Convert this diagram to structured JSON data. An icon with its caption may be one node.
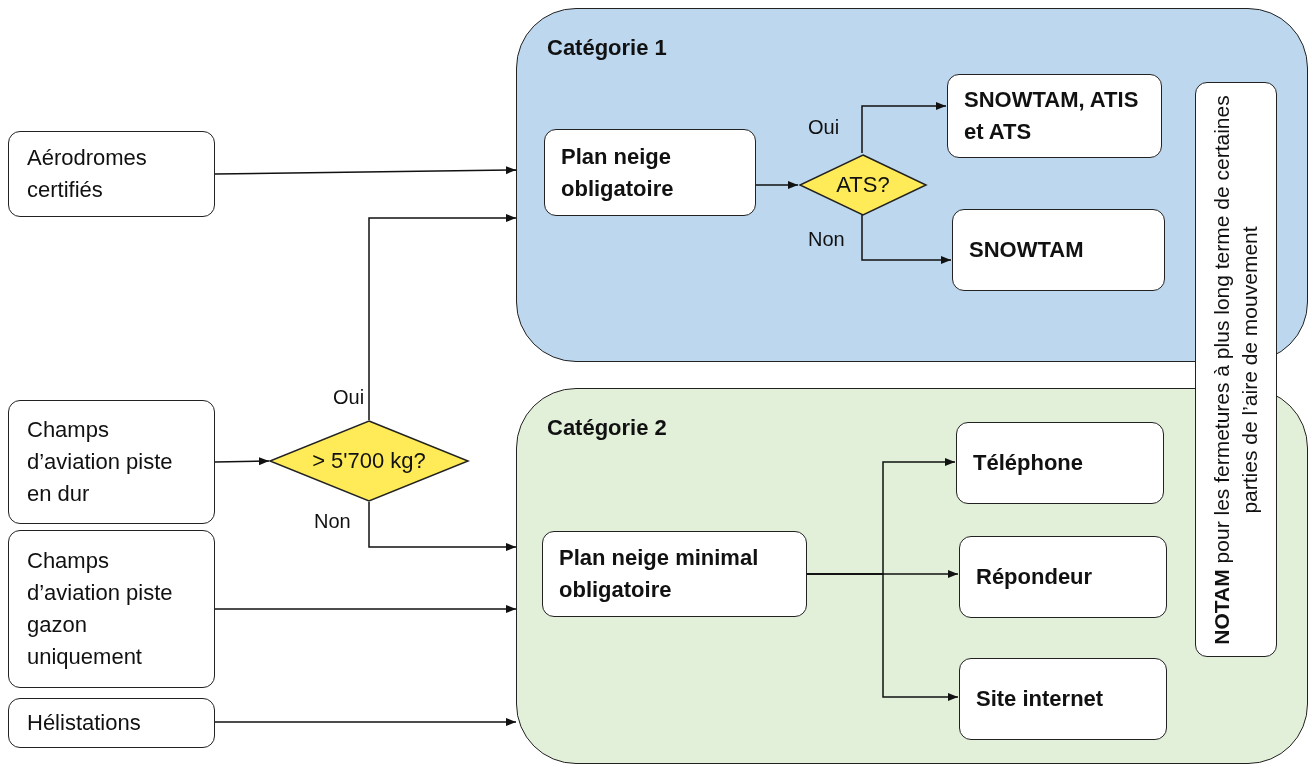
{
  "diagram": {
    "nodes": [
      {
        "text": [
          "Aérodromes certifiés"
        ]
      },
      {
        "text": [
          "Champs d’aviation piste en dur"
        ]
      },
      {
        "text": [
          "Champs d’aviation piste gazon uniquement"
        ]
      },
      {
        "text": [
          "Hélistations"
        ]
      },
      {
        "text": [
          "> 5'700 kg?"
        ]
      },
      {
        "text": [
          "Catégorie 1"
        ]
      },
      {
        "text": [
          "Plan neige obligatoire"
        ],
        "in": 5
      },
      {
        "text": [
          "ATS?"
        ],
        "in": 5
      },
      {
        "text": [
          "SNOWTAM, ATIS et ATS"
        ],
        "in": 5
      },
      {
        "text": [
          "SNOWTAM"
        ],
        "in": 5
      },
      {
        "text": [
          "Catégorie 2"
        ]
      },
      {
        "text": [
          "Plan neige minimal obligatoire"
        ],
        "in": 10
      },
      {
        "text": [
          "Téléphone"
        ],
        "in": 10
      },
      {
        "text": [
          "Répondeur"
        ],
        "in": 10
      },
      {
        "text": [
          "Site internet"
        ],
        "in": 10
      },
      {
        "text": [
          "**NOTAM** pour les fermetures à plus long terme de certaines parties de l’aire de mouvement"
        ]
      }
    ],
    "edges": [
      {
        "from": 0,
        "to": 5,
        "arrow": "to"
      },
      {
        "from": 1,
        "to": 4,
        "arrow": "to"
      },
      {
        "from": 4,
        "to": 5,
        "arrow": "to",
        "label": "Oui"
      },
      {
        "from": 4,
        "to": 10,
        "arrow": "to",
        "label": "Non"
      },
      {
        "from": 2,
        "to": 10,
        "arrow": "to"
      },
      {
        "from": 3,
        "to": 10,
        "arrow": "to"
      },
      {
        "from": 6,
        "to": 7,
        "arrow": "to"
      },
      {
        "from": 7,
        "to": 8,
        "arrow": "to",
        "label": "Oui"
      },
      {
        "from": 7,
        "to": 9,
        "arrow": "to",
        "label": "Non"
      },
      {
        "from": 11,
        "to": 12,
        "arrow": "to"
      },
      {
        "from": 11,
        "to": 13,
        "arrow": "to"
      },
      {
        "from": 11,
        "to": 14,
        "arrow": "to"
      }
    ]
  }
}
